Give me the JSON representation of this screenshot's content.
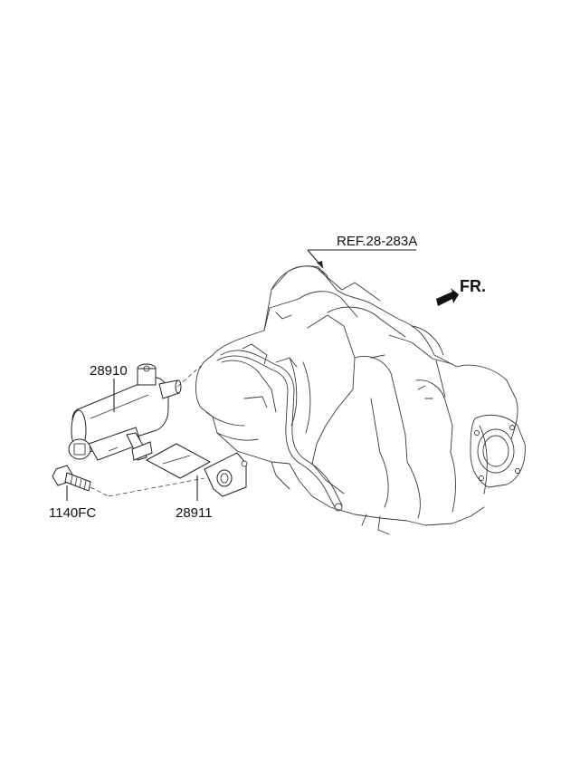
{
  "diagram": {
    "labels": {
      "ref": "REF.28-283A",
      "front": "FR.",
      "pump": "28910",
      "bracket": "28911",
      "bolt": "1140FC"
    }
  }
}
